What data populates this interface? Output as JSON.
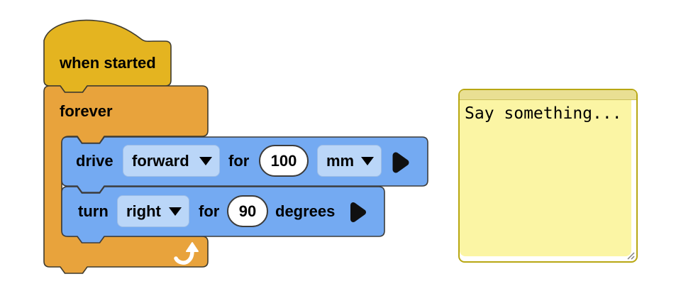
{
  "blocks": {
    "when_started": {
      "label": "when started",
      "color": "#E4B420"
    },
    "forever": {
      "label": "forever",
      "color": "#E8A33C"
    },
    "drive": {
      "verb": "drive",
      "direction": "forward",
      "for_label": "for",
      "distance": "100",
      "unit": "mm",
      "color": "#74AAF2"
    },
    "turn": {
      "verb": "turn",
      "direction": "right",
      "for_label": "for",
      "angle": "90",
      "unit_label": "degrees",
      "color": "#74AAF2"
    }
  },
  "note": {
    "text": "Say something..."
  }
}
